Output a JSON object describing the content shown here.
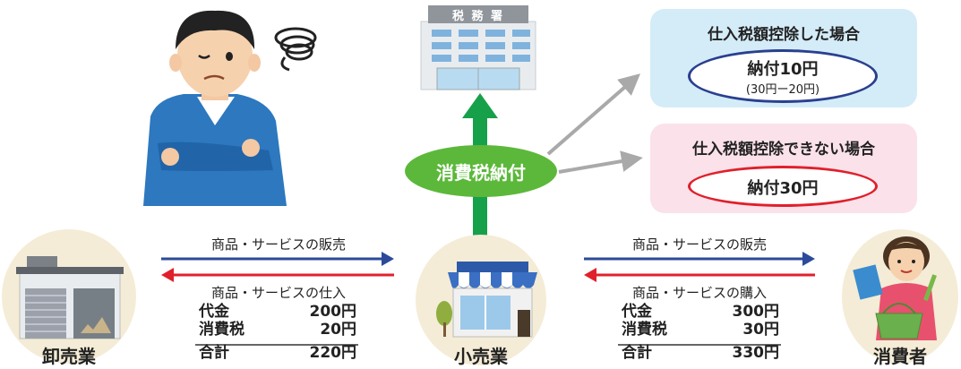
{
  "tax_office": {
    "sign": "税 務 署"
  },
  "center_label": "消費税納付",
  "case_credit": {
    "title": "仕入税額控除した場合",
    "payment": "納付10円",
    "formula": "(30円ー20円)",
    "bg_color": "#d4ecf8",
    "ellipse_color": "#2a3f8f"
  },
  "case_no_credit": {
    "title": "仕入税額控除できない場合",
    "payment": "納付30円",
    "bg_color": "#fbe1ea",
    "ellipse_color": "#e0202b"
  },
  "wholesale": {
    "name": "卸売業",
    "flow_sale": "商品・サービスの販売",
    "flow_purchase": "商品・サービスの仕入",
    "lines": [
      {
        "label": "代金",
        "value": "200円"
      },
      {
        "label": "消費税",
        "value": "20円"
      }
    ],
    "total": {
      "label": "合計",
      "value": "220円"
    }
  },
  "retail": {
    "name": "小売業"
  },
  "consumer": {
    "name": "消費者",
    "flow_sale": "商品・サービスの販売",
    "flow_purchase": "商品・サービスの購入",
    "lines": [
      {
        "label": "代金",
        "value": "300円"
      },
      {
        "label": "消費税",
        "value": "30円"
      }
    ],
    "total": {
      "label": "合計",
      "value": "330円"
    }
  },
  "colors": {
    "arrow_blue": "#2b4a9a",
    "arrow_red": "#e0202b",
    "green": "#17a04a",
    "gray_arrow": "#a9a9a9",
    "node_circle": "#f4ecd6"
  }
}
